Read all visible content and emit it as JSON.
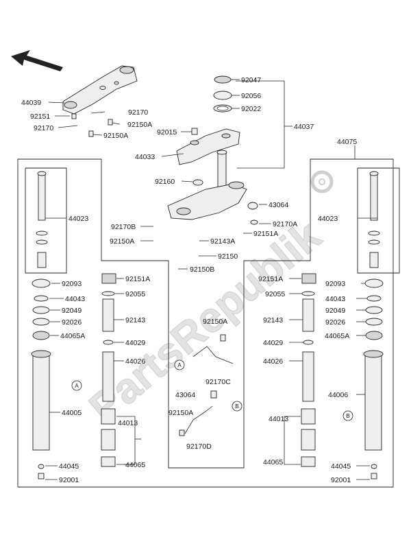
{
  "watermark": "PartsRepublik",
  "labels": {
    "l44039": "44039",
    "l92151_a": "92151",
    "l92170_a": "92170",
    "l92170_b": "92170",
    "l92150A_a": "92150A",
    "l92150A_b": "92150A",
    "l92047": "92047",
    "l92056": "92056",
    "l92022": "92022",
    "l44037": "44037",
    "l92015": "92015",
    "l44033": "44033",
    "l44075": "44075",
    "l92160": "92160",
    "l43064_top": "43064",
    "l92170A": "92170A",
    "l92151A_top": "92151A",
    "l92170B": "92170B",
    "l92150A_c": "92150A",
    "l92143A": "92143A",
    "l92150": "92150",
    "l92150B": "92150B",
    "l44023_left": "44023",
    "l44023_right": "44023",
    "l92093_left": "92093",
    "l44043_left": "44043",
    "l92049_left": "92049",
    "l92026_left": "92026",
    "l44065A_left": "44065A",
    "l44005": "44005",
    "l44045_left": "44045",
    "l92001_left": "92001",
    "l92151A_left": "92151A",
    "l92055_left": "92055",
    "l92143_left": "92143",
    "l44029_left": "44029",
    "l44026_left": "44026",
    "l44013_left": "44013",
    "l44065_left": "44065",
    "l92150A_mid": "92150A",
    "l92170C": "92170C",
    "l43064_mid": "43064",
    "l92150A_mid2": "92150A",
    "l92170D": "92170D",
    "l92151A_right": "92151A",
    "l92055_right": "92055",
    "l92143_right": "92143",
    "l44029_right": "44029",
    "l44026_right": "44026",
    "l44013_right": "44013",
    "l44065_right": "44065",
    "l92093_right": "92093",
    "l44043_right": "44043",
    "l92049_right": "92049",
    "l92026_right": "92026",
    "l44065A_right": "44065A",
    "l44006": "44006",
    "l44045_right": "44045",
    "l92001_right": "92001"
  },
  "callouts": {
    "a": "A",
    "b": "B"
  }
}
